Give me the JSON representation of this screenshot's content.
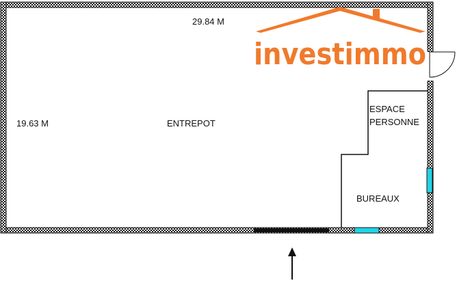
{
  "plan": {
    "dimension_width": "29.84 M",
    "dimension_height": "19.63 M",
    "rooms": {
      "warehouse": "ENTREPOT",
      "staff_space_line1": "ESPACE",
      "staff_space_line2": "PERSONNE",
      "offices": "BUREAUX"
    }
  },
  "logo": {
    "text": "investimmo",
    "color": "#f07a2c"
  },
  "colors": {
    "wall": "#111111",
    "window": "#22d3e6"
  },
  "icons": {
    "entrance": "entrance-arrow-icon",
    "door": "door-swing-icon"
  }
}
